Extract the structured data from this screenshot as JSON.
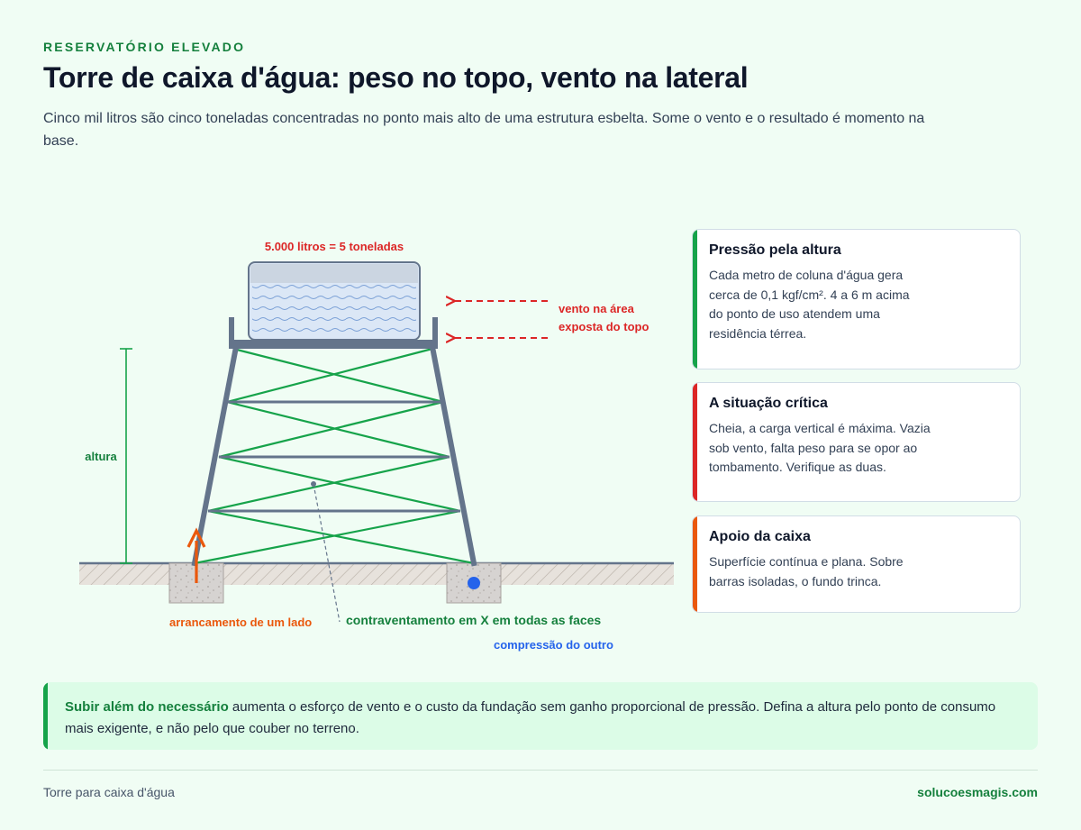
{
  "header": {
    "eyebrow": "RESERVATÓRIO ELEVADO",
    "title": "Torre de caixa d'água: peso no topo, vento na lateral",
    "subtitle": "Cinco mil litros são cinco toneladas concentradas no ponto mais alto de uma estrutura esbelta. Some o vento e o resultado é momento na base."
  },
  "diagram": {
    "tank_label": "5.000 litros = 5 toneladas",
    "wind_label_line1": "vento na área",
    "wind_label_line2": "exposta do topo",
    "height_label": "altura",
    "uplift_label": "arrancamento de um lado",
    "bracing_label": "contraventamento em X em todas as faces",
    "compression_label": "compressão do outro",
    "colors": {
      "steel": "#64748b",
      "bracing": "#16a34a",
      "wind": "#dc2626",
      "uplift": "#ea580c",
      "compression": "#2563eb"
    }
  },
  "cards": [
    {
      "title": "Pressão pela altura",
      "body": "Cada metro de coluna d'água gera cerca de 0,1 kgf/cm². 4 a 6 m acima do ponto de uso atendem uma residência térrea."
    },
    {
      "title": "A situação crítica",
      "body": "Cheia, a carga vertical é máxima. Vazia sob vento, falta peso para se opor ao tombamento. Verifique as duas."
    },
    {
      "title": "Apoio da caixa",
      "body": "Superfície contínua e plana. Sobre barras isoladas, o fundo trinca."
    }
  ],
  "callout": {
    "strong": "Subir além do necessário",
    "text": " aumenta o esforço de vento e o custo da fundação sem ganho proporcional de pressão. Defina a altura pelo ponto de consumo mais exigente, e não pelo que couber no terreno."
  },
  "footer": {
    "left": "Torre para caixa d'água",
    "right": "solucoesmagis.com"
  }
}
